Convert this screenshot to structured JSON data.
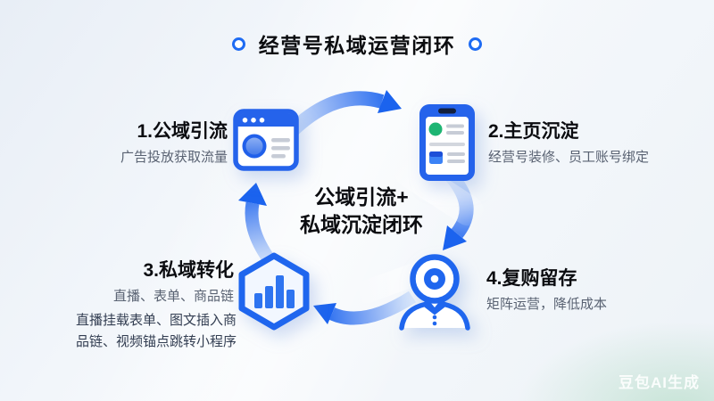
{
  "title": "经营号私域运营闭环",
  "center_label": {
    "line1": "公域引流+",
    "line2": "私域沉淀闭环"
  },
  "nodes": [
    {
      "title": "1.公域引流",
      "desc": "广告投放获取流量",
      "icon": "browser-window-icon"
    },
    {
      "title": "2.主页沉淀",
      "desc": "经营号装修、员工账号绑定",
      "icon": "phone-profile-icon"
    },
    {
      "title": "3.私域转化",
      "desc": "直播、表单、商品链",
      "detail": "直播挂载表单、图文插入商品链、视频锚点跳转小程序",
      "icon": "hexagon-bar-chart-icon"
    },
    {
      "title": "4.复购留存",
      "desc": "矩阵运营，降低成本",
      "icon": "camera-person-icon"
    }
  ],
  "watermark": "豆包AI生成",
  "colors": {
    "primary_blue": "#1f66ee",
    "icon_blue": "#2563eb",
    "arrow_head_blue": "#1b63ee",
    "arrow_tail_light": "#dce9fb",
    "green_dot": "#1eb573",
    "heading_text": "#0b0c10",
    "desc_text": "#596272",
    "detail_text": "#333e52",
    "background_mint": "#a8d8bc"
  }
}
